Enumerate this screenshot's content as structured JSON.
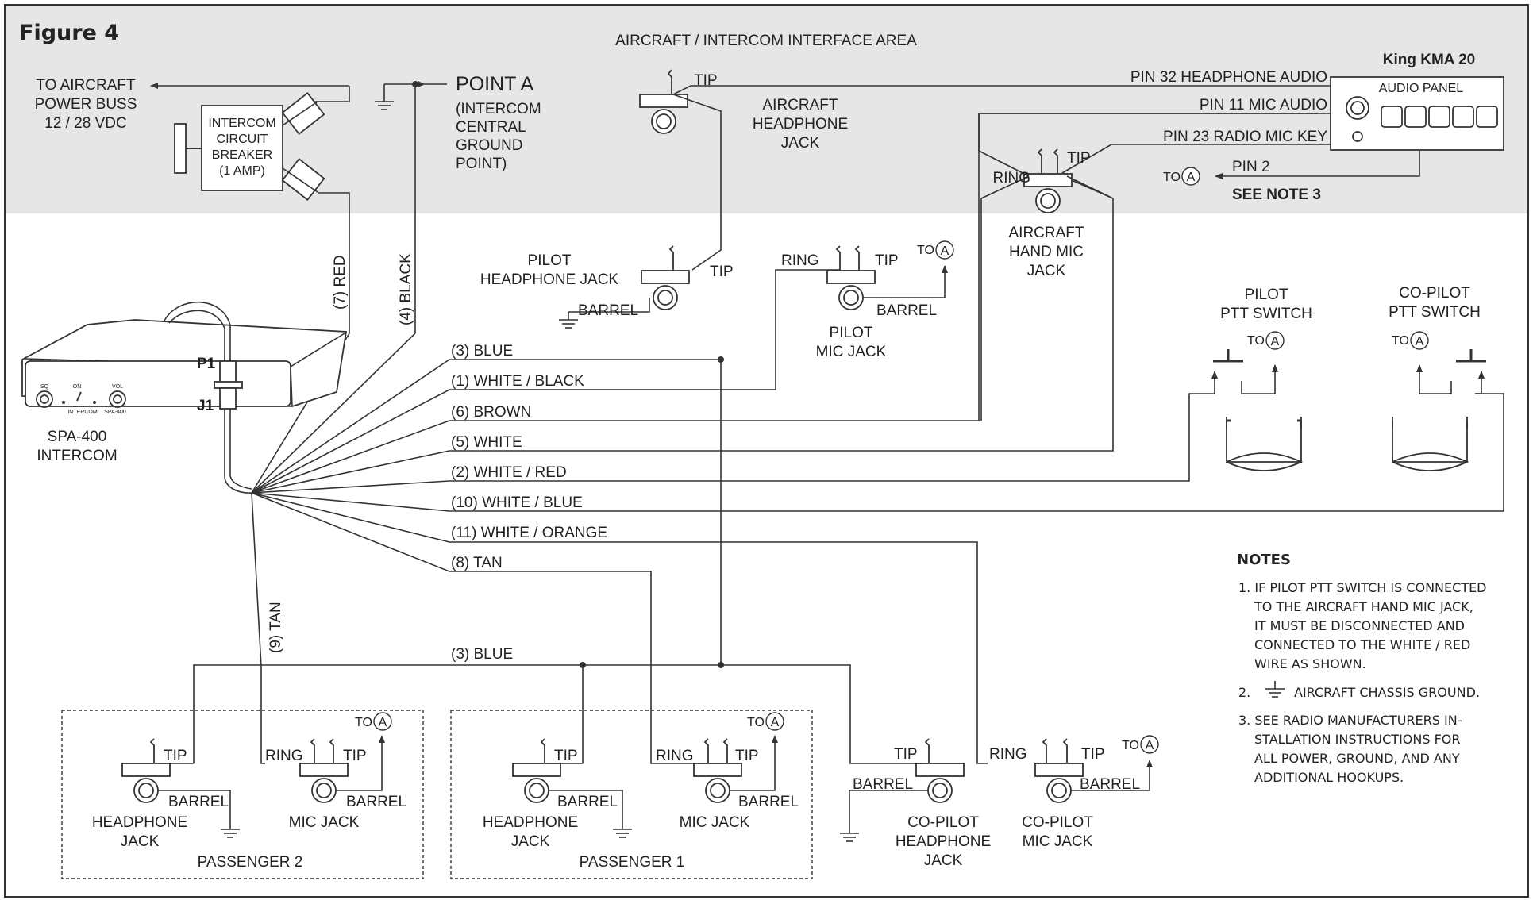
{
  "figure_title": "Figure 4",
  "area_title": "AIRCRAFT / INTERCOM INTERFACE AREA",
  "colors": {
    "interface_band": "#e6e6e7",
    "border": "#333333",
    "line": "#333333"
  },
  "power": {
    "label_line1": "TO AIRCRAFT",
    "label_line2": "POWER BUSS",
    "label_line3": "12 / 28 VDC",
    "breaker_line1": "INTERCOM",
    "breaker_line2": "CIRCUIT",
    "breaker_line3": "BREAKER",
    "breaker_line4": "(1 AMP)"
  },
  "point_a": {
    "title": "POINT A",
    "line1": "(INTERCOM",
    "line2": "CENTRAL",
    "line3": "GROUND",
    "line4": "POINT)"
  },
  "kma": {
    "title": "King KMA 20",
    "panel_label": "AUDIO PANEL",
    "pin32": "PIN 32  HEADPHONE AUDIO",
    "pin11": "PIN 11  MIC AUDIO",
    "pin23": "PIN 23  RADIO MIC KEY",
    "pin2": "PIN 2",
    "see_note": "SEE NOTE 3"
  },
  "intercom": {
    "label_line1": "SPA-400",
    "label_line2": "INTERCOM",
    "knob_sq": "SQ",
    "knob_on": "ON",
    "knob_vol": "VOL",
    "face_intercom": "INTERCOM",
    "face_model": "SPA-400",
    "p1": "P1",
    "j1": "J1"
  },
  "wires": {
    "red": "(7) RED",
    "black": "(4) BLACK",
    "blue": "(3) BLUE",
    "white_black": "(1) WHITE / BLACK",
    "brown": "(6) BROWN",
    "white": "(5) WHITE",
    "white_red": "(2) WHITE / RED",
    "white_blue": "(10) WHITE / BLUE",
    "white_orange": "(11) WHITE / ORANGE",
    "tan8": "(8) TAN",
    "tan9": "(9) TAN",
    "blue_lower": "(3) BLUE"
  },
  "jack_terms": {
    "tip": "TIP",
    "ring": "RING",
    "barrel": "BARREL",
    "to": "TO",
    "a": "A"
  },
  "jacks": {
    "aircraft_headphone": {
      "line1": "AIRCRAFT",
      "line2": "HEADPHONE",
      "line3": "JACK"
    },
    "aircraft_hand_mic": {
      "line1": "AIRCRAFT",
      "line2": "HAND MIC",
      "line3": "JACK"
    },
    "pilot_headphone": {
      "line1": "PILOT",
      "line2": "HEADPHONE JACK"
    },
    "pilot_mic": {
      "line1": "PILOT",
      "line2": "MIC JACK"
    },
    "pilot_ptt": {
      "line1": "PILOT",
      "line2": "PTT SWITCH"
    },
    "copilot_ptt": {
      "line1": "CO-PILOT",
      "line2": "PTT SWITCH"
    },
    "copilot_headphone": {
      "line1": "CO-PILOT",
      "line2": "HEADPHONE",
      "line3": "JACK"
    },
    "copilot_mic": {
      "line1": "CO-PILOT",
      "line2": "MIC JACK"
    }
  },
  "passengers": {
    "p2": {
      "title": "PASSENGER 2",
      "hp_line1": "HEADPHONE",
      "hp_line2": "JACK",
      "mic": "MIC JACK"
    },
    "p1": {
      "title": "PASSENGER 1",
      "hp_line1": "HEADPHONE",
      "hp_line2": "JACK",
      "mic": "MIC JACK"
    }
  },
  "notes": {
    "title": "NOTES",
    "n1": [
      "1. IF PILOT PTT SWITCH IS CONNECTED",
      "TO THE AIRCRAFT HAND MIC JACK,",
      "IT MUST BE DISCONNECTED AND",
      "CONNECTED TO THE WHITE / RED",
      "WIRE AS SHOWN."
    ],
    "n2_num": "2.",
    "n2_text": "AIRCRAFT CHASSIS GROUND.",
    "n3": [
      "3. SEE RADIO MANUFACTURERS IN-",
      "STALLATION INSTRUCTIONS FOR",
      "ALL  POWER, GROUND, AND ANY",
      "ADDITIONAL HOOKUPS."
    ]
  }
}
